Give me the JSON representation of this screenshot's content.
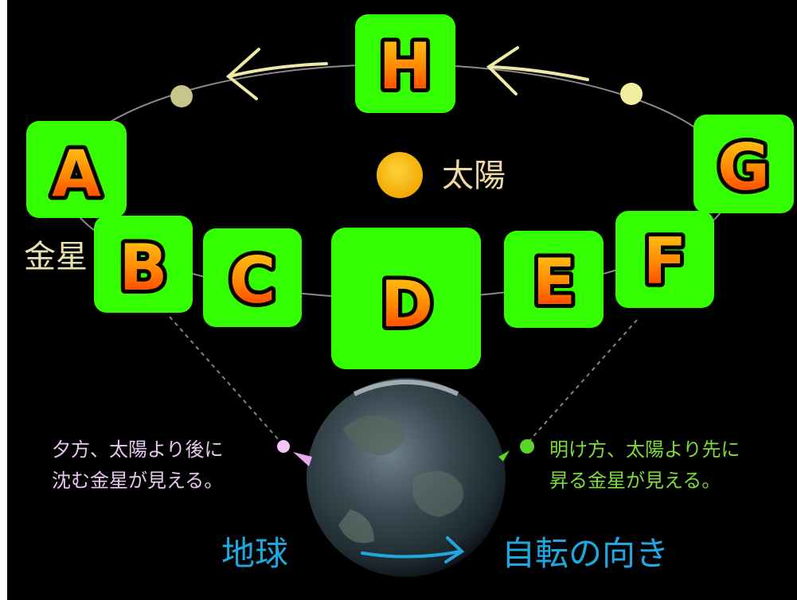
{
  "labels": {
    "sun": "太陽",
    "venus": "金星",
    "earth": "地球",
    "rotation": "自転の向き",
    "evening_line1": "夕方、太陽より後に",
    "evening_line2": "沈む金星が見える。",
    "morning_line1": "明け方、太陽より先に",
    "morning_line2": "昇る金星が見える。"
  },
  "badges": [
    {
      "id": "A",
      "label": "A"
    },
    {
      "id": "B",
      "label": "B"
    },
    {
      "id": "C",
      "label": "C"
    },
    {
      "id": "D",
      "label": "D"
    },
    {
      "id": "E",
      "label": "E"
    },
    {
      "id": "F",
      "label": "F"
    },
    {
      "id": "G",
      "label": "G"
    },
    {
      "id": "H",
      "label": "H"
    }
  ],
  "colors": {
    "background": "#000000",
    "sun": "#f5b800",
    "sun_label": "#f0d9a0",
    "venus_label": "#e8e0b0",
    "evening_text": "#e8c6f0",
    "evening_marker": "#e9a6ef",
    "morning_text": "#7ddc3a",
    "morning_marker": "#5bd42a",
    "earth_text": "#1fa8e0",
    "badge_fill": "#33ff00",
    "letter_gradient_top": "#ffd21a",
    "letter_gradient_bottom": "#ff2a00",
    "arrow": "#efe9a8",
    "orbit": "#8a8a8a"
  }
}
